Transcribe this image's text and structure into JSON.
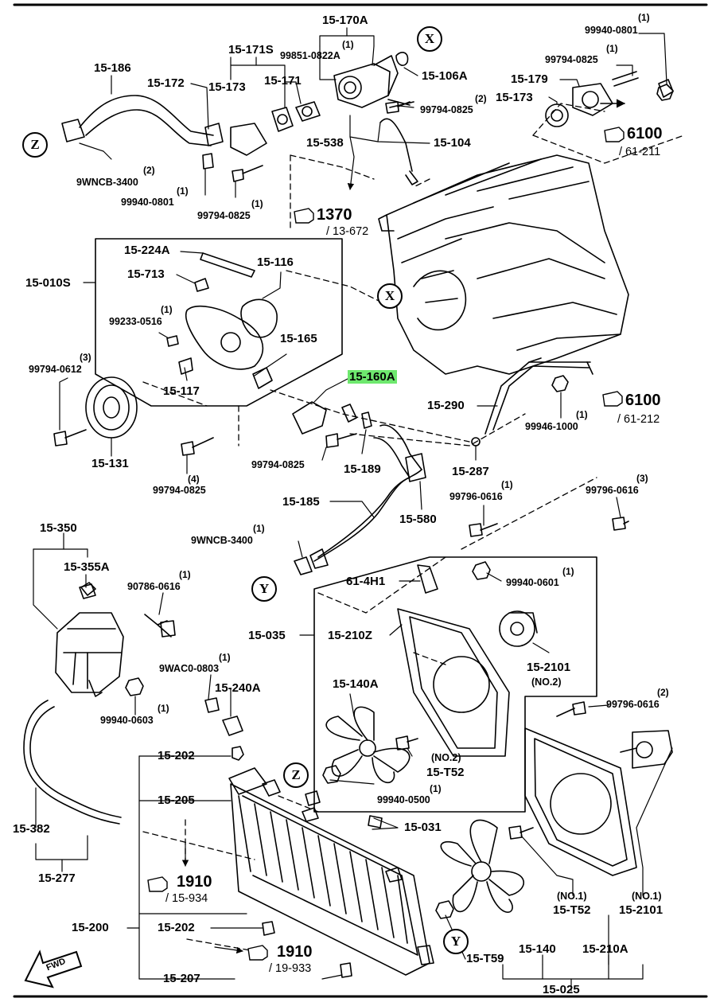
{
  "labels": {
    "l_15_170A": "15-170A",
    "l_15_171S": "15-171S",
    "l_99851_q": "(1)",
    "l_99851": "99851-0822A",
    "l_15_186": "15-186",
    "l_15_172": "15-172",
    "l_15_173a": "15-173",
    "l_15_171": "15-171",
    "l_15_106A": "15-106A",
    "l_99794a_q": "(2)",
    "l_99794a": "99794-0825",
    "l_15_538": "15-538",
    "l_15_104": "15-104",
    "l_9wncb_a_q": "(2)",
    "l_9wncb_a": "9WNCB-3400",
    "l_99940a_q": "(1)",
    "l_99940a": "99940-0801",
    "l_99794b_q": "(1)",
    "l_99794b": "99794-0825",
    "l_99940tr_q": "(1)",
    "l_99940tr": "99940-0801",
    "l_99794tr_q": "(1)",
    "l_99794tr": "99794-0825",
    "l_15_179": "15-179",
    "l_15_173b": "15-173",
    "l_6100a": "6100",
    "l_6100a_ref": "/ 61-211",
    "l_1370": "1370",
    "l_1370_ref": "/ 13-672",
    "l_15_224A": "15-224A",
    "l_15_116": "15-116",
    "l_15_713": "15-713",
    "l_15_010S": "15-010S",
    "l_99233_q": "(1)",
    "l_99233": "99233-0516",
    "l_15_165": "15-165",
    "l_99794c_q": "(3)",
    "l_99794c": "99794-0612",
    "l_15_117": "15-117",
    "l_15_160A": "15-160A",
    "l_15_290": "15-290",
    "l_6100b": "6100",
    "l_6100b_ref": "/ 61-212",
    "l_99946_q": "(1)",
    "l_99946": "99946-1000",
    "l_15_131": "15-131",
    "l_99794d": "99794-0825",
    "l_15_189": "15-189",
    "l_15_287": "15-287",
    "l_99794e_q": "(4)",
    "l_99794e": "99794-0825",
    "l_99796a_q": "(1)",
    "l_99796a": "99796-0616",
    "l_99796b_q": "(3)",
    "l_99796b": "99796-0616",
    "l_15_185": "15-185",
    "l_15_580": "15-580",
    "l_15_350": "15-350",
    "l_9wncb_b_q": "(1)",
    "l_9wncb_b": "9WNCB-3400",
    "l_15_355A": "15-355A",
    "l_90786_q": "(1)",
    "l_90786": "90786-0616",
    "l_61_4H1": "61-4H1",
    "l_99940c_q": "(1)",
    "l_99940c": "99940-0601",
    "l_15_035": "15-035",
    "l_15_210Z": "15-210Z",
    "l_15_2101a": "15-2101",
    "l_no2a": "(NO.2)",
    "l_9wac0_q": "(1)",
    "l_9wac0": "9WAC0-0803",
    "l_15_240A": "15-240A",
    "l_15_140A": "15-140A",
    "l_99796c_q": "(2)",
    "l_99796c": "99796-0616",
    "l_99940d_q": "(1)",
    "l_99940d": "99940-0603",
    "l_15_202a": "15-202",
    "l_no2b": "(NO.2)",
    "l_15_T52a": "15-T52",
    "l_99940e_q": "(1)",
    "l_99940e": "99940-0500",
    "l_15_205": "15-205",
    "l_15_031": "15-031",
    "l_15_382": "15-382",
    "l_15_277": "15-277",
    "l_1910a": "1910",
    "l_1910a_ref": "/ 15-934",
    "l_no1a": "(NO.1)",
    "l_15_T52b": "15-T52",
    "l_no1b": "(NO.1)",
    "l_15_2101b": "15-2101",
    "l_15_200": "15-200",
    "l_15_202b": "15-202",
    "l_1910b": "1910",
    "l_1910b_ref": "/ 19-933",
    "l_15_T59": "15-T59",
    "l_15_140": "15-140",
    "l_15_210A": "15-210A",
    "l_15_207": "15-207",
    "l_15_025": "15-025",
    "l_fwd": "FWD"
  },
  "circles": {
    "x_top": "X",
    "z_left": "Z",
    "x_mid": "X",
    "y_mid": "Y",
    "z_mid": "Z",
    "y_bot": "Y"
  },
  "highlight_color": "#6ee86e",
  "icons": [
    "see-reference-hand-icon",
    "fwd-arrow-icon"
  ]
}
